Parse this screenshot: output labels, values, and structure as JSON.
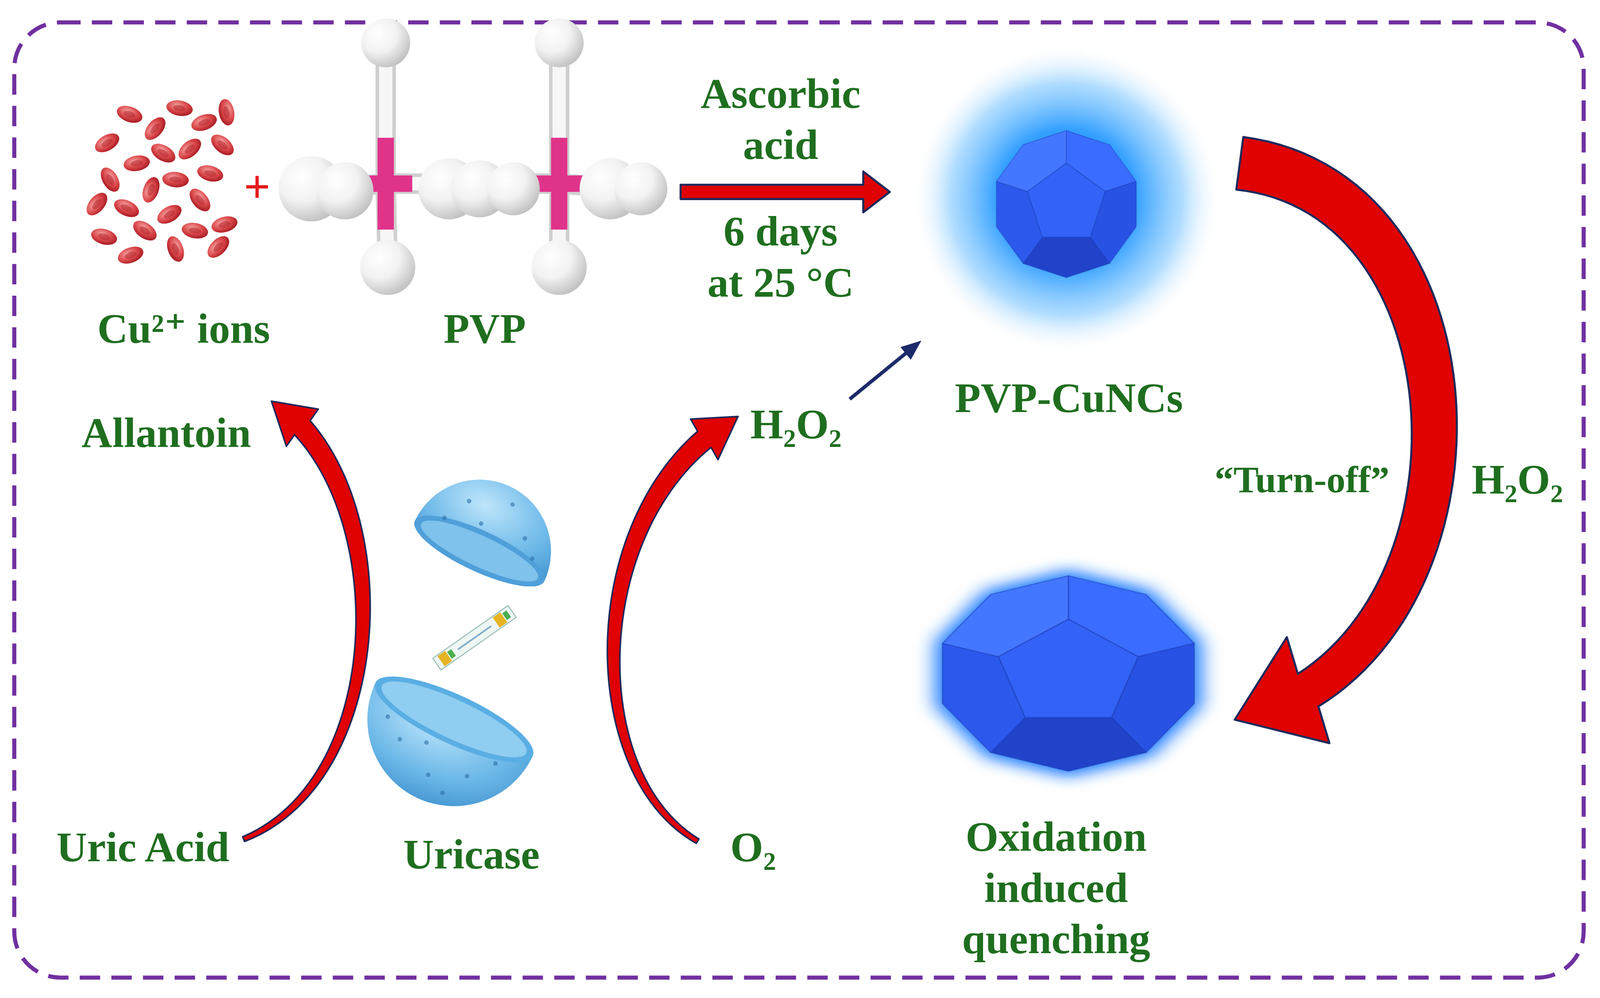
{
  "diagram": {
    "nodes": [
      {
        "text": [
          "Cu²⁺ ions"
        ]
      },
      {
        "text": [
          "PVP"
        ]
      },
      {
        "text": [
          "PVP-CuNCs"
        ]
      },
      {
        "text": [
          "Allantoin"
        ]
      },
      {
        "text": [
          "H₂O₂"
        ]
      },
      {
        "text": [
          "Uricase"
        ]
      },
      {
        "text": [
          "Uric Acid"
        ]
      },
      {
        "text": [
          "O₂"
        ]
      },
      {
        "text": [
          "Oxidation induced quenching"
        ]
      }
    ],
    "edges": [
      {
        "from": 1,
        "to": 2,
        "arrow": "to",
        "label": "Ascorbic acid"
      },
      {
        "from": 6,
        "to": 3,
        "arrow": "to"
      },
      {
        "from": 7,
        "to": 4,
        "arrow": "to"
      },
      {
        "from": 4,
        "to": 2,
        "arrow": "to"
      },
      {
        "from": 2,
        "to": 8,
        "arrow": "to",
        "label": "“Turn-off”"
      }
    ],
    "labels": [
      "+",
      "6 days at 25 °C",
      "H₂O₂"
    ]
  }
}
